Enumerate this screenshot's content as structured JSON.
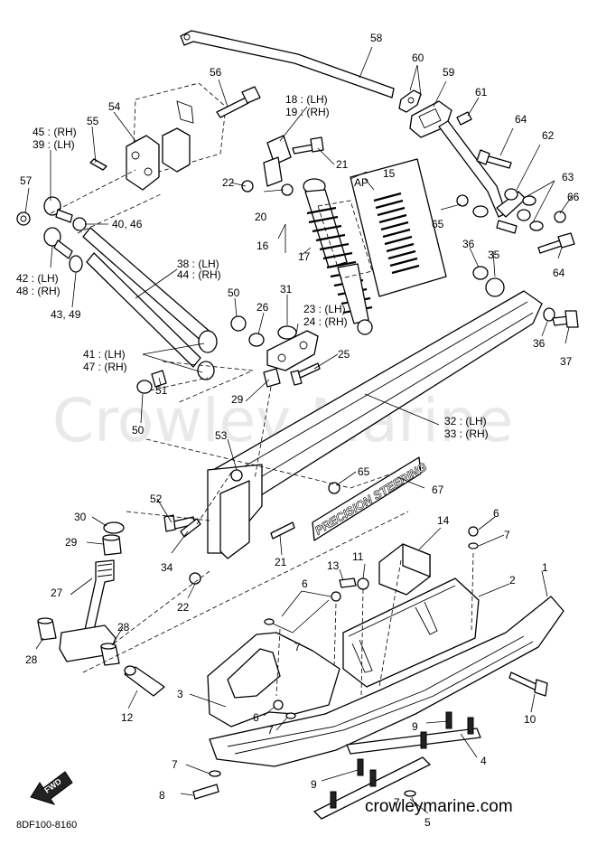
{
  "watermark": "Crowley Marine",
  "website": "crowleymarine.com",
  "drawing_code": "8DF100-8160",
  "fwd_mark": "FWD",
  "decal_text": "PRECISION STEERING",
  "labels": {
    "n58": "58",
    "n60": "60",
    "n59": "59",
    "n56": "56",
    "n61": "61",
    "n54": "54",
    "n55": "55",
    "n45": "45 : (RH)",
    "n39": "39 : (LH)",
    "n18": "18 : (LH)",
    "n19": "19 : (RH)",
    "n64a": "64",
    "n62": "62",
    "n57": "57",
    "n21a": "21",
    "n22a": "22",
    "n20": "20",
    "nap": "AP",
    "n15": "15",
    "n63": "63",
    "n66": "66",
    "n4046": "40, 46",
    "n16": "16",
    "n17": "17",
    "n65a": "65",
    "n36a": "36",
    "n35": "35",
    "n64b": "64",
    "n42": "42 : (LH)",
    "n48": "48 : (RH)",
    "n38": "38 : (LH)",
    "n44": "44 : (RH)",
    "n4349": "43, 49",
    "n50a": "50",
    "n31": "31",
    "n26": "26",
    "n23": "23 : (LH)",
    "n24": "24 : (RH)",
    "n36b": "36",
    "n37": "37",
    "n41": "41 : (LH)",
    "n47": "47 : (RH)",
    "n25": "25",
    "n51": "51",
    "n29a": "29",
    "n50b": "50",
    "n32": "32 : (LH)",
    "n33": "33 : (RH)",
    "n53": "53",
    "n65b": "65",
    "n67": "67",
    "n52": "52",
    "n30": "30",
    "n29b": "29",
    "n34": "34",
    "n21b": "21",
    "n14": "14",
    "n6a": "6",
    "n7a": "7",
    "n13": "13",
    "n11": "11",
    "n2": "2",
    "n1": "1",
    "n27": "27",
    "n22b": "22",
    "n6b": "6",
    "n7b": "7",
    "n28a": "28",
    "n28b": "28",
    "n3": "3",
    "n12": "12",
    "n6c": "6",
    "n7c": "7",
    "n10": "10",
    "n9a": "9",
    "n4": "4",
    "n7d": "7",
    "n8": "8",
    "n9b": "9",
    "n7e": "7",
    "n5": "5"
  }
}
